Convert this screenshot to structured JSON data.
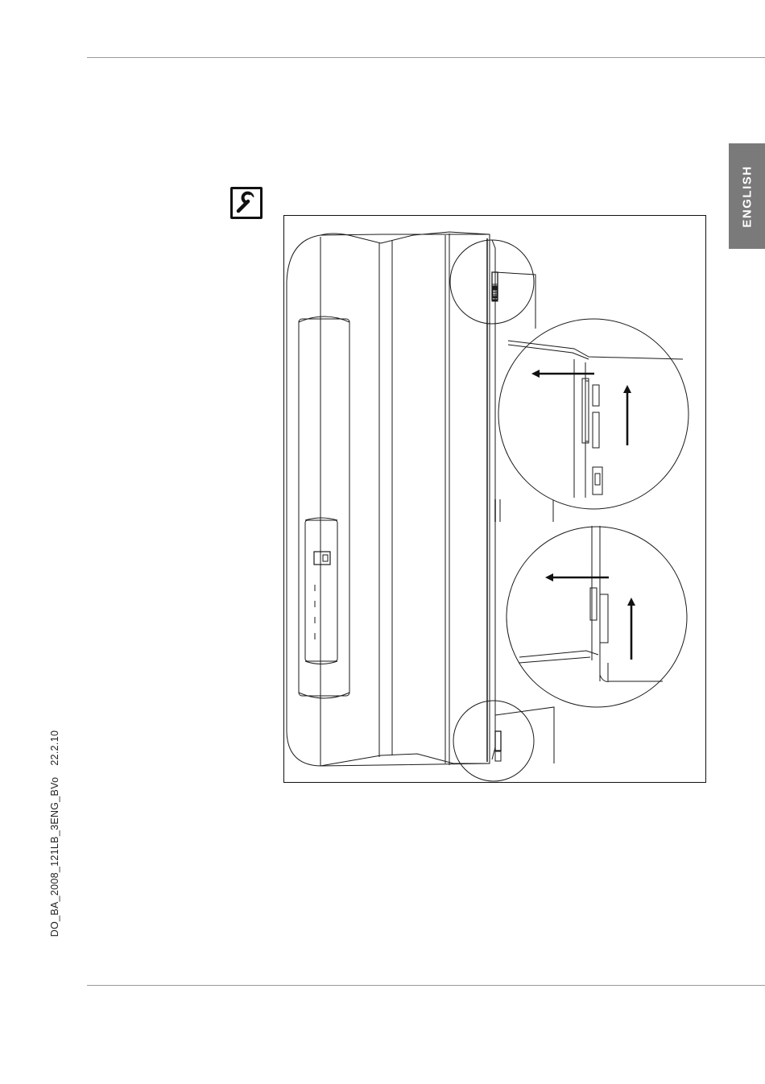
{
  "page": {
    "language_tab": "ENGLISH",
    "document_code": "DO_BA_2008_121LB_3ENG_BVo",
    "document_date": "22.2.10"
  },
  "icons": {
    "service": "wrench-icon"
  },
  "colors": {
    "tab_background": "#7a7a7a",
    "rule": "#9a9a9a",
    "line_art": "#1a1a1a"
  }
}
